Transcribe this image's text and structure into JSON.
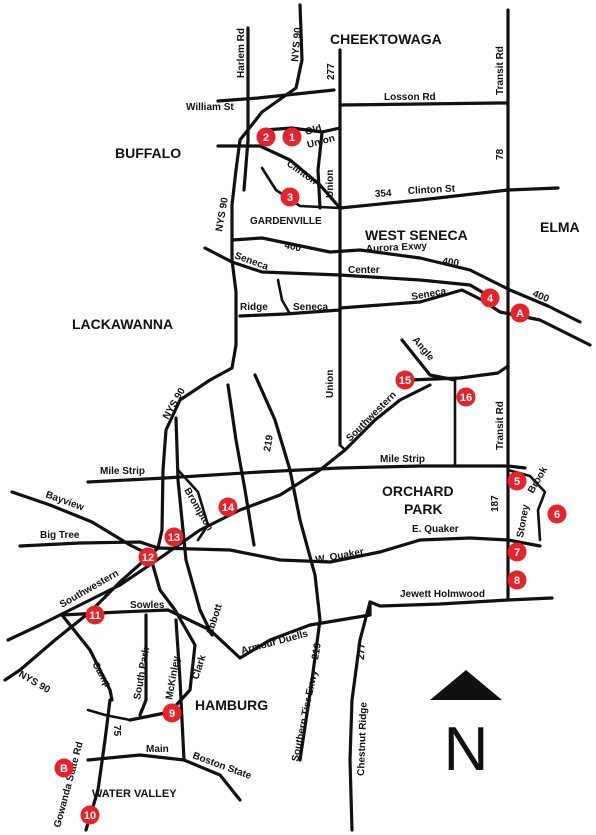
{
  "places": {
    "cheektowaga": "CHEEKTOWAGA",
    "buffalo": "BUFFALO",
    "gardenville": "GARDENVILLE",
    "west_seneca": "WEST SENECA",
    "elma": "ELMA",
    "lackawanna": "LACKAWANNA",
    "orchard": "ORCHARD",
    "park": "PARK",
    "hamburg": "HAMBURG",
    "water_valley": "WATER VALLEY"
  },
  "roads": {
    "harlem": "Harlem Rd",
    "nys90_top": "NYS 90",
    "r277_top": "277",
    "transit_top": "Transit Rd",
    "william": "William St",
    "losson": "Losson Rd",
    "old": "Old",
    "union_old": "Union",
    "r78": "78",
    "clinton_diag": "Clinton",
    "union_v": "Union",
    "r354": "354",
    "clinton_st": "Clinton St",
    "nys90_mid": "NYS 90",
    "r400_a": "400",
    "aurora": "Aurora Exwy",
    "r400_b": "400",
    "seneca_w": "Seneca",
    "center": "Center",
    "r400_e": "400",
    "ridge": "Ridge",
    "seneca_m": "Seneca",
    "seneca_e": "Seneca",
    "angle": "Angle",
    "union_low": "Union",
    "nys90_low": "NYS 90",
    "southwestern_n": "Southwestern",
    "r219": "219",
    "transit_low": "Transit Rd",
    "mile_strip_w": "Mile Strip",
    "mile_strip_e": "Mile Strip",
    "bayview": "Bayview",
    "brompton": "Brompton",
    "r187": "187",
    "stoney": "Stoney",
    "brook": "Brook",
    "big_tree": "Big Tree",
    "e_quaker": "E. Quaker",
    "w_quaker": "W. Quaker",
    "southwestern_s": "Southwestern",
    "sowles": "Sowles",
    "jewett": "Jewett Holmwood",
    "abbott": "Abbott",
    "armour": "Armour Duells",
    "nys90_sw": "NYS 90",
    "camp": "Camp",
    "south_park": "South Park",
    "mckinley": "McKinley",
    "clark": "Clark",
    "southern_tier": "Southern Tier Exwy",
    "r219_s": "219",
    "chestnut": "Chestnut Ridge",
    "r277_s": "277",
    "r75": "75",
    "main": "Main",
    "boston": "Boston State",
    "gowanda": "Gowanda State Rd"
  },
  "markers": [
    {
      "label": "1"
    },
    {
      "label": "2"
    },
    {
      "label": "3"
    },
    {
      "label": "4"
    },
    {
      "label": "A"
    },
    {
      "label": "15"
    },
    {
      "label": "16"
    },
    {
      "label": "5"
    },
    {
      "label": "6"
    },
    {
      "label": "14"
    },
    {
      "label": "13"
    },
    {
      "label": "12"
    },
    {
      "label": "7"
    },
    {
      "label": "8"
    },
    {
      "label": "11"
    },
    {
      "label": "9"
    },
    {
      "label": "B"
    },
    {
      "label": "10"
    }
  ],
  "compass": {
    "letter": "N"
  },
  "colors": {
    "marker": "#e8222a",
    "road": "#111111",
    "background": "#ffffff"
  }
}
